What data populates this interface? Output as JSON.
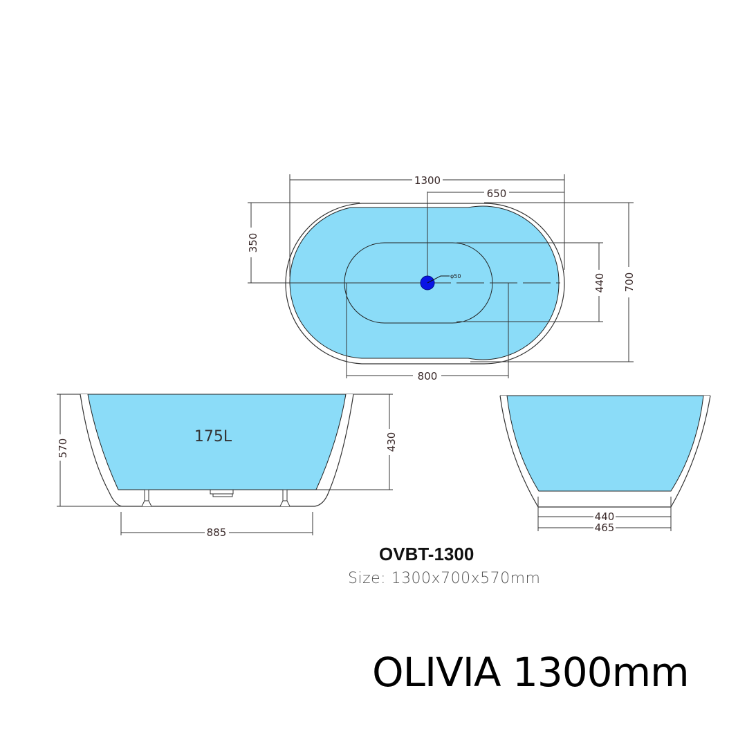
{
  "product": {
    "name": "OLIVIA 1300mm",
    "model": "OVBT-1300",
    "size_label": "Size: 1300x700x570mm"
  },
  "colors": {
    "basin_fill": "#8BDCF8",
    "drain": "#0A14E6",
    "line": "#222222",
    "dim_line": "#4a3a3a"
  },
  "top_view": {
    "dimensions": {
      "overall_length": "1300",
      "half_length": "650",
      "half_width": "350",
      "inner_width": "440",
      "overall_width": "700",
      "inner_length": "800"
    },
    "drain_label": "φ50"
  },
  "side_view": {
    "capacity": "175L",
    "overall_height": "570",
    "inner_depth": "430",
    "base_length": "885"
  },
  "end_view": {
    "inner_base": "440",
    "outer_base": "465"
  }
}
